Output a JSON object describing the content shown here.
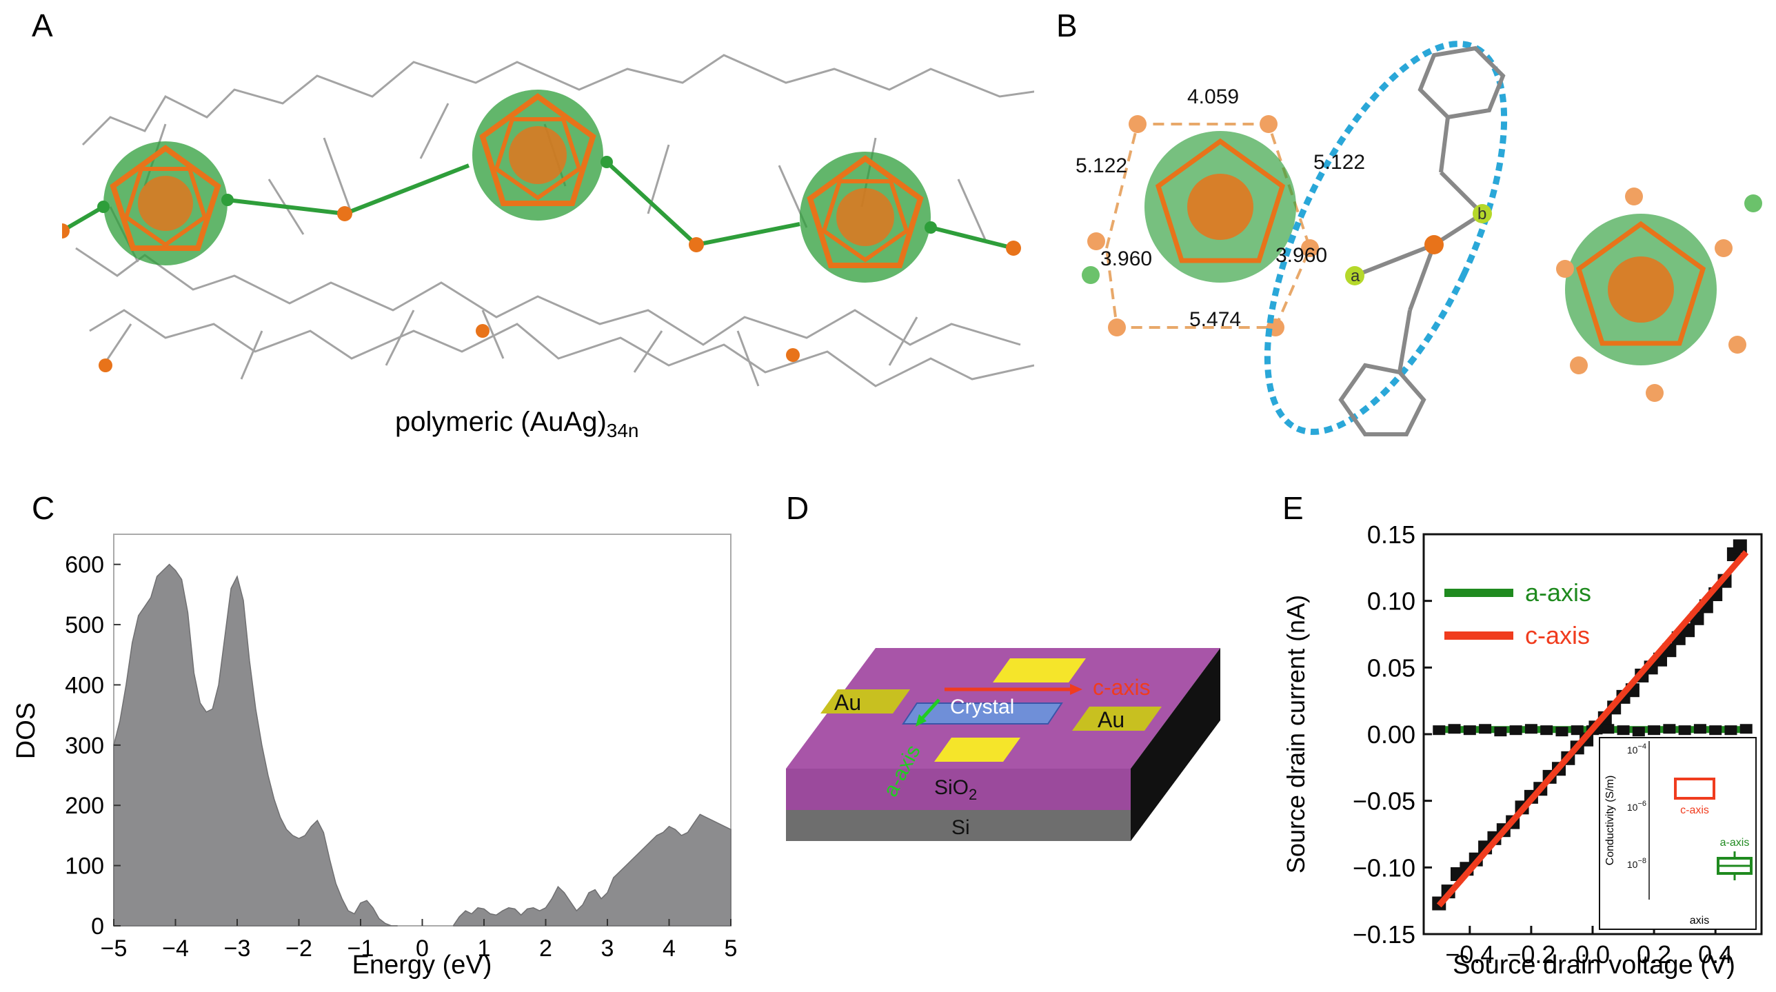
{
  "panels": {
    "a": {
      "label": "A",
      "caption_main": "polymeric (AuAg)",
      "caption_sub": "34n"
    },
    "b": {
      "label": "B",
      "distances": [
        "4.059",
        "5.122",
        "5.122",
        "3.960",
        "3.960",
        "5.474"
      ],
      "atom_labels": [
        "a",
        "b"
      ]
    },
    "c": {
      "label": "C"
    },
    "d": {
      "label": "D",
      "texts": {
        "crystal": "Crystal",
        "au_left": "Au",
        "au_right": "Au",
        "sio2_main": "SiO",
        "sio2_sub": "2",
        "si": "Si",
        "c_axis": "c-axis",
        "a_axis": "a-axis"
      }
    },
    "e": {
      "label": "E"
    }
  },
  "colors": {
    "ag_green": "#2e9e3a",
    "au_orange": "#e8731a",
    "carbon_gray": "#8a8a8a",
    "dos_fill": "#8c8c8e",
    "c_axis_red": "#f03c1e",
    "a_axis_green": "#1f8a1f",
    "substrate_purple": "#9b4a9c",
    "electrode_yellow": "#f5e52a",
    "ellipse_blue": "#2aa7d8"
  },
  "chart_data": [
    {
      "id": "dos",
      "type": "area",
      "xlabel": "Energy (eV)",
      "ylabel": "DOS",
      "xlim": [
        -5,
        5
      ],
      "ylim": [
        0,
        650
      ],
      "xticks": [
        "−5",
        "−4",
        "−3",
        "−2",
        "−1",
        "0",
        "1",
        "2",
        "3",
        "4",
        "5"
      ],
      "yticks": [
        "0",
        "100",
        "200",
        "300",
        "400",
        "500",
        "600"
      ],
      "grid": false,
      "x": [
        -5.0,
        -4.9,
        -4.8,
        -4.7,
        -4.6,
        -4.5,
        -4.4,
        -4.3,
        -4.2,
        -4.1,
        -4.0,
        -3.9,
        -3.8,
        -3.7,
        -3.6,
        -3.5,
        -3.4,
        -3.3,
        -3.2,
        -3.1,
        -3.0,
        -2.9,
        -2.8,
        -2.7,
        -2.6,
        -2.5,
        -2.4,
        -2.3,
        -2.2,
        -2.1,
        -2.0,
        -1.9,
        -1.8,
        -1.7,
        -1.6,
        -1.5,
        -1.4,
        -1.3,
        -1.2,
        -1.1,
        -1.0,
        -0.9,
        -0.8,
        -0.7,
        -0.6,
        -0.5,
        -0.4,
        0.5,
        0.6,
        0.7,
        0.8,
        0.9,
        1.0,
        1.1,
        1.2,
        1.3,
        1.4,
        1.5,
        1.6,
        1.7,
        1.8,
        1.9,
        2.0,
        2.1,
        2.2,
        2.3,
        2.4,
        2.5,
        2.6,
        2.7,
        2.8,
        2.9,
        3.0,
        3.1,
        3.2,
        3.3,
        3.4,
        3.5,
        3.6,
        3.7,
        3.8,
        3.9,
        4.0,
        4.1,
        4.2,
        4.3,
        4.4,
        4.5,
        4.6,
        4.7,
        4.8,
        4.9,
        5.0
      ],
      "values": [
        300,
        340,
        400,
        470,
        515,
        530,
        545,
        580,
        590,
        600,
        590,
        575,
        520,
        420,
        370,
        355,
        360,
        400,
        480,
        560,
        580,
        540,
        440,
        360,
        300,
        250,
        210,
        180,
        160,
        150,
        145,
        150,
        165,
        175,
        155,
        110,
        70,
        45,
        25,
        20,
        38,
        42,
        30,
        12,
        4,
        0,
        0,
        0,
        15,
        25,
        20,
        30,
        28,
        20,
        18,
        25,
        30,
        28,
        18,
        28,
        30,
        25,
        30,
        45,
        65,
        55,
        40,
        25,
        35,
        55,
        60,
        45,
        55,
        80,
        90,
        100,
        110,
        120,
        130,
        140,
        150,
        155,
        165,
        160,
        150,
        155,
        170,
        185,
        180,
        175,
        170,
        165,
        160
      ],
      "series": [
        {
          "name": "",
          "color": "#8c8c8e"
        }
      ]
    },
    {
      "id": "iv",
      "type": "scatter",
      "xlabel": "Source drain voltage (V)",
      "ylabel": "Source drain current (nA)",
      "xlim": [
        -0.55,
        0.55
      ],
      "ylim": [
        -0.15,
        0.15
      ],
      "xticks": [
        "−0.4",
        "−0.2",
        "0.0",
        "0.2",
        "0.4"
      ],
      "xtick_values": [
        -0.4,
        -0.2,
        0.0,
        0.2,
        0.4
      ],
      "yticks": [
        "−0.15",
        "−0.10",
        "−0.05",
        "0.00",
        "0.05",
        "0.10",
        "0.15"
      ],
      "ytick_values": [
        -0.15,
        -0.1,
        -0.05,
        0.0,
        0.05,
        0.1,
        0.15
      ],
      "legend_position": "top-left",
      "series": [
        {
          "name": "a-axis",
          "color": "#1f8a1f",
          "fit_slope": 0.0,
          "fit_intercept": 0.0035,
          "x": [
            -0.5,
            -0.45,
            -0.4,
            -0.35,
            -0.3,
            -0.25,
            -0.2,
            -0.15,
            -0.1,
            -0.05,
            0.0,
            0.05,
            0.1,
            0.15,
            0.2,
            0.25,
            0.3,
            0.35,
            0.4,
            0.45,
            0.5
          ],
          "values": [
            0.003,
            0.004,
            0.003,
            0.004,
            0.002,
            0.003,
            0.004,
            0.003,
            0.002,
            0.003,
            0.003,
            0.004,
            0.003,
            0.002,
            0.003,
            0.004,
            0.003,
            0.004,
            0.003,
            0.003,
            0.004
          ]
        },
        {
          "name": "c-axis",
          "color": "#f03c1e",
          "fit_slope": 0.265,
          "fit_intercept": 0.004,
          "x": [
            -0.5,
            -0.47,
            -0.44,
            -0.41,
            -0.38,
            -0.35,
            -0.32,
            -0.29,
            -0.26,
            -0.23,
            -0.2,
            -0.17,
            -0.14,
            -0.11,
            -0.08,
            -0.05,
            -0.02,
            0.01,
            0.04,
            0.07,
            0.1,
            0.13,
            0.16,
            0.19,
            0.22,
            0.25,
            0.28,
            0.31,
            0.34,
            0.37,
            0.4,
            0.43,
            0.46,
            0.48
          ],
          "values": [
            -0.127,
            -0.118,
            -0.105,
            -0.101,
            -0.094,
            -0.085,
            -0.078,
            -0.072,
            -0.066,
            -0.055,
            -0.047,
            -0.041,
            -0.032,
            -0.026,
            -0.018,
            -0.01,
            -0.004,
            0.005,
            0.012,
            0.02,
            0.028,
            0.033,
            0.044,
            0.05,
            0.056,
            0.063,
            0.072,
            0.078,
            0.087,
            0.096,
            0.105,
            0.115,
            0.135,
            0.141
          ]
        }
      ],
      "inset": {
        "xlabel": "axis",
        "ylabel": "Conductivity (S/m)",
        "yticks": [
          "10",
          "10",
          "10"
        ],
        "ytick_exps": [
          "−4",
          "−6",
          "−8"
        ],
        "boxes": [
          {
            "name": "c-axis",
            "color": "#f03c1e",
            "log_median": -5.3
          },
          {
            "name": "a-axis",
            "color": "#1f8a1f",
            "log_median": -8.2
          }
        ]
      }
    }
  ]
}
